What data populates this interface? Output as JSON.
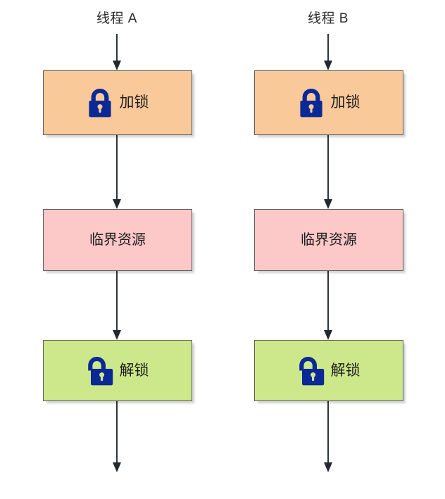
{
  "diagram": {
    "title": "Thread mutual-exclusion lock flow",
    "colors": {
      "lock_box": "#fac999",
      "resource_box": "#fcc8c8",
      "unlock_box": "#cde88a",
      "box_border": "#5f5f5f",
      "icon": "#0a2896",
      "arrow": "#23292e"
    },
    "columns": [
      {
        "id": "thread-a",
        "label": "线程 A",
        "nodes": [
          {
            "id": "lock",
            "label": "加锁",
            "icon": "padlock-closed-icon"
          },
          {
            "id": "resource",
            "label": "临界资源",
            "icon": "none"
          },
          {
            "id": "unlock",
            "label": "解锁",
            "icon": "padlock-open-icon"
          }
        ]
      },
      {
        "id": "thread-b",
        "label": "线程 B",
        "nodes": [
          {
            "id": "lock",
            "label": "加锁",
            "icon": "padlock-closed-icon"
          },
          {
            "id": "resource",
            "label": "临界资源",
            "icon": "none"
          },
          {
            "id": "unlock",
            "label": "解锁",
            "icon": "padlock-open-icon"
          }
        ]
      }
    ]
  }
}
